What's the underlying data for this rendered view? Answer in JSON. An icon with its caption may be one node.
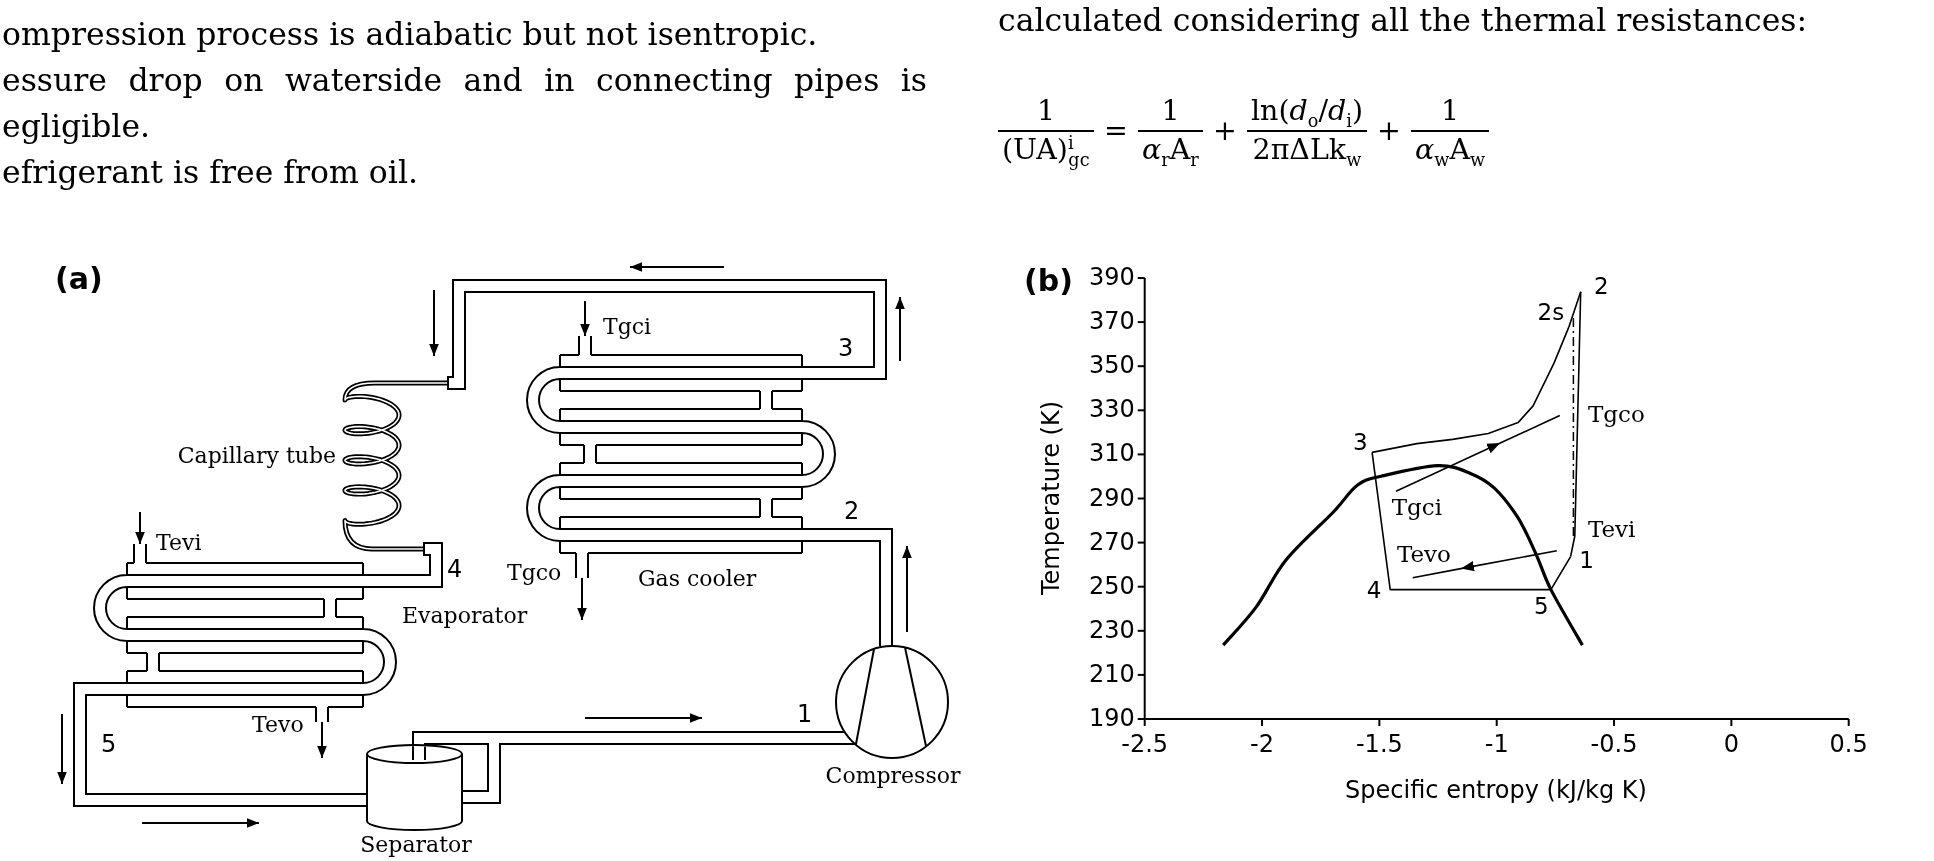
{
  "diagram": {
    "nodes": [
      {
        "text": [
          "Gas cooler"
        ]
      },
      {
        "text": [
          "Capillary tube"
        ]
      },
      {
        "text": [
          "Evaporator"
        ]
      },
      {
        "text": [
          "Compressor"
        ]
      },
      {
        "text": [
          "Separator"
        ]
      }
    ],
    "edges": [
      {
        "from": 3,
        "to": 0,
        "arrow": "none",
        "label": "2"
      },
      {
        "from": 0,
        "to": 1,
        "arrow": "none",
        "label": "3"
      },
      {
        "from": 1,
        "to": 2,
        "arrow": "none",
        "label": "4"
      },
      {
        "from": 2,
        "to": 4,
        "arrow": "none",
        "label": "5"
      },
      {
        "from": 4,
        "to": 3,
        "arrow": "none",
        "label": "1"
      },
      {
        "from": null,
        "to": 0,
        "arrow": "to",
        "label": "Tgci"
      },
      {
        "from": 0,
        "to": null,
        "arrow": "to",
        "label": "Tgco"
      },
      {
        "from": null,
        "to": 2,
        "arrow": "to",
        "label": "Tevi"
      },
      {
        "from": 2,
        "to": null,
        "arrow": "to",
        "label": "Tevo"
      }
    ],
    "labels": [
      "ompression process is adiabatic but not isentropic.",
      "essure drop on waterside and in connecting pipes is egligible.",
      "efrigerant is free from oil.",
      "calculated considering all the thermal resistances:",
      "1",
      "(UA)$^{i}$$_{gc}$",
      "=",
      "1",
      "*α*$_{r}$A$_{r}$",
      "+",
      "ln(*d*$_{o}$/*d*$_{i}$)",
      "2πΔLk$_{w}$",
      "+",
      "1",
      "*α*$_{w}$A$_{w}$",
      "(a)",
      "(b)"
    ],
    "chart_data": {
      "type": "line",
      "xlabel": "Specific entropy (kJ/kg K)",
      "ylabel": "Temperature (K)",
      "xlim": [
        -2.5,
        0.5
      ],
      "ylim": [
        190,
        390
      ],
      "xticks": [
        -2.5,
        -2,
        -1.5,
        -1,
        -0.5,
        0,
        0.5
      ],
      "yticks": [
        190,
        210,
        230,
        250,
        270,
        290,
        310,
        330,
        350,
        370,
        390
      ],
      "series": [
        {
          "color": "#000000",
          "x": [
            -2.165,
            -2.026,
            -1.898,
            -1.696,
            -1.594,
            -1.492,
            -1.251,
            -1.112,
            -1.01,
            -0.909,
            -0.833,
            -0.769,
            -0.635
          ],
          "values": [
            223.5,
            240.6,
            262.1,
            283.9,
            296.0,
            300.1,
            304.9,
            301.4,
            294.7,
            281.2,
            264.9,
            248.7,
            223.5
          ]
        },
        {
          "color": "#000000",
          "x": [
            -0.685,
            -0.667,
            -0.642
          ],
          "values": [
            263.6,
            273.0,
            383.8
          ]
        },
        {
          "color": "#000000",
          "x": [
            -0.642,
            -0.693,
            -0.756,
            -0.845,
            -0.909,
            -1.036,
            -1.188,
            -1.34,
            -1.531
          ],
          "values": [
            383.8,
            367.6,
            351.4,
            332.0,
            324.4,
            319.5,
            316.8,
            314.9,
            310.9
          ]
        },
        {
          "color": "#000000",
          "x": [
            -1.531,
            -1.454,
            -0.769,
            -0.685
          ],
          "values": [
            310.9,
            248.7,
            248.7,
            263.6
          ]
        },
        {
          "color": "#000000",
          "x": [
            -0.673,
            -0.673
          ],
          "values": [
            273.0,
            372.4
          ],
          "line_style": "dashdot"
        },
        {
          "color": "#000000",
          "x": [
            -1.429,
            -0.731
          ],
          "values": [
            293.3,
            327.6
          ]
        },
        {
          "color": "#000000",
          "x": [
            -0.744,
            -1.358
          ],
          "values": [
            266.3,
            254.1
          ]
        }
      ],
      "annotations": [
        "2",
        "2s",
        "Tgco",
        "3",
        "Tgci",
        "Tevi",
        "Tevo",
        "1",
        "4",
        "5"
      ]
    }
  }
}
